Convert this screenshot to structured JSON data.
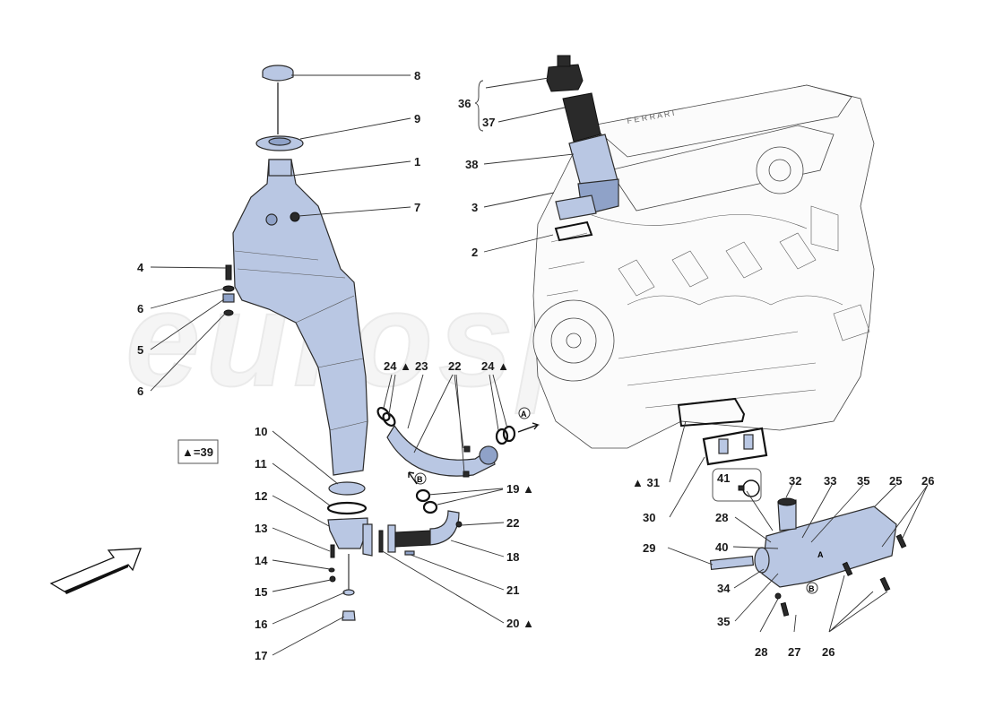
{
  "watermark": "eurosp",
  "legend": {
    "symbol": "▲",
    "text": "▲=39"
  },
  "view_arrow": {
    "icon": "view-direction-arrow-icon"
  },
  "circle_refs": {
    "a": "A",
    "b": "B"
  },
  "callouts": {
    "c1": "1",
    "c2": "2",
    "c3": "3",
    "c4": "4",
    "c5": "5",
    "c6a": "6",
    "c6b": "6",
    "c7": "7",
    "c8": "8",
    "c9": "9",
    "c10": "10",
    "c11": "11",
    "c12": "12",
    "c13": "13",
    "c14": "14",
    "c15": "15",
    "c16": "16",
    "c17": "17",
    "c18": "18",
    "c19": "19 ▲",
    "c20": "20 ▲",
    "c21": "21",
    "c22a": "22",
    "c22b": "22",
    "c23": "23",
    "c24a": "24 ▲",
    "c24b": "24 ▲",
    "c25": "25",
    "c26a": "26",
    "c26b": "26",
    "c27": "27",
    "c28a": "28",
    "c28b": "28",
    "c29": "29",
    "c30": "30",
    "c31": "▲ 31",
    "c32": "32",
    "c33": "33",
    "c34": "34",
    "c35a": "35",
    "c35b": "35",
    "c36": "36",
    "c37": "37",
    "c38": "38",
    "c40": "40",
    "c41": "41"
  },
  "colors": {
    "part_fill": "#b9c7e3",
    "part_dark": "#8fa2c8",
    "line": "#2b2b2b",
    "background": "#ffffff"
  }
}
